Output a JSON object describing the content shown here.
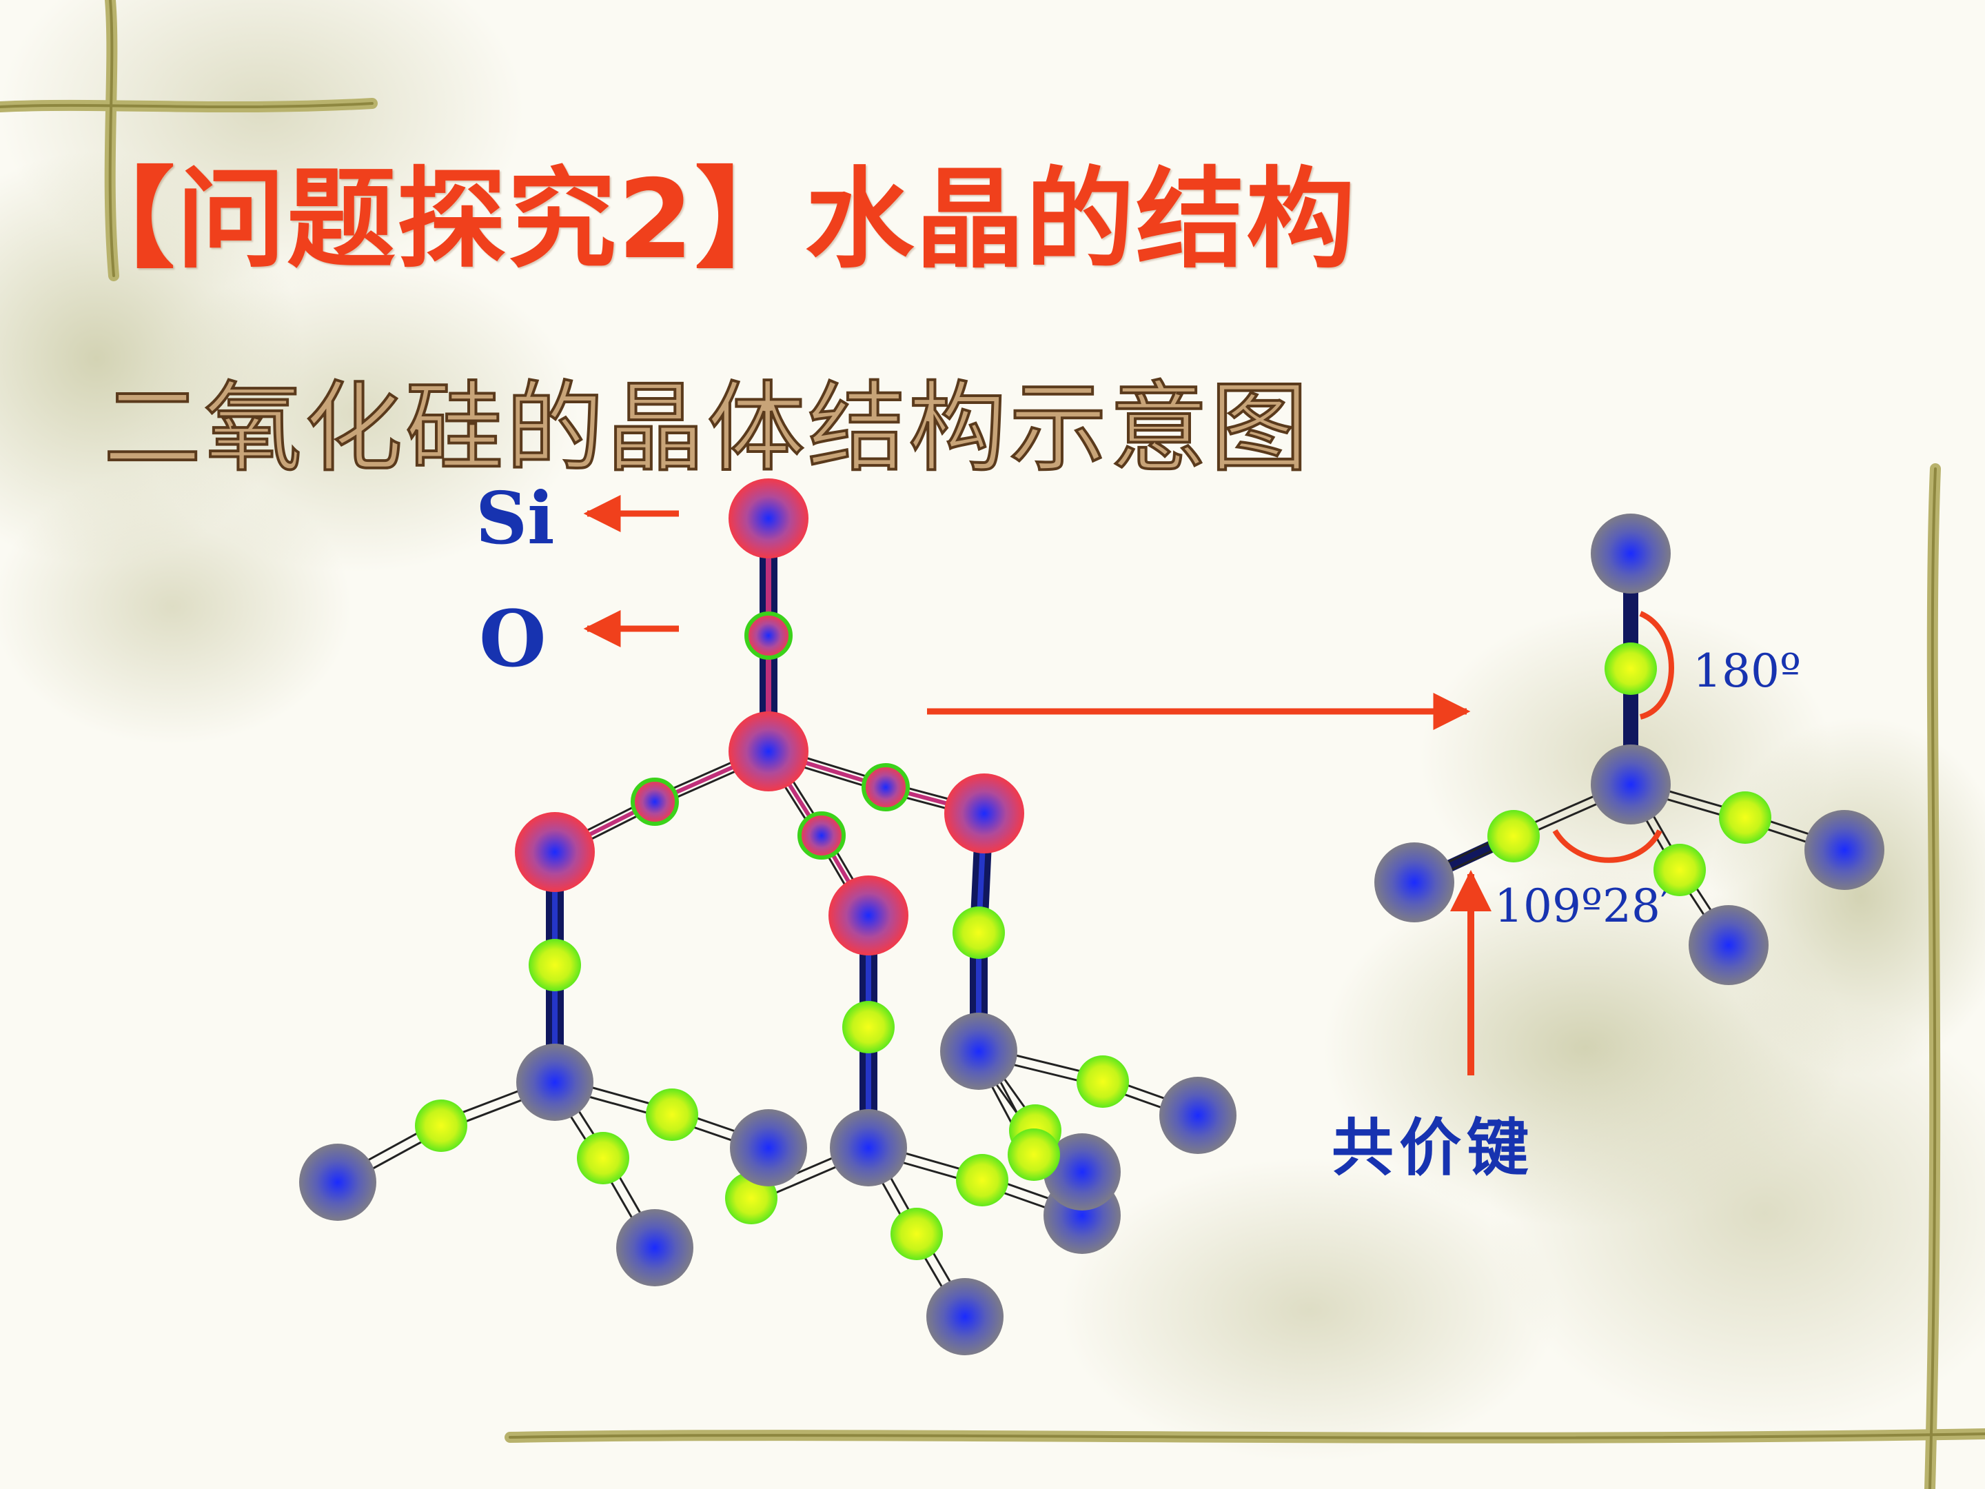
{
  "slide": {
    "title": "【问题探究2】水晶的结构",
    "subtitle": "二氧化硅的晶体结构示意图"
  },
  "legend": {
    "si_label": "Si",
    "o_label": "O"
  },
  "detail": {
    "angle_linear": "180º",
    "angle_tetrahedral": "109º28′",
    "bond_label": "共价键"
  },
  "colors": {
    "title": "#f0401c",
    "arrow": "#f0401c",
    "label_blue": "#1733b0",
    "highlight_atom": "#f23a4a",
    "si_atom": "#7d7c88",
    "o_atom": "#5fe81c"
  },
  "atoms": [
    {
      "id": "A",
      "kind": "si",
      "hl": true
    },
    {
      "id": "O1",
      "kind": "o",
      "hl": true
    },
    {
      "id": "B",
      "kind": "si",
      "hl": true
    },
    {
      "id": "O2",
      "kind": "o",
      "hl": true
    },
    {
      "id": "O3",
      "kind": "o",
      "hl": true
    },
    {
      "id": "O4",
      "kind": "o",
      "hl": true
    },
    {
      "id": "C",
      "kind": "si",
      "hl": true
    },
    {
      "id": "D",
      "kind": "si",
      "hl": true
    },
    {
      "id": "E",
      "kind": "si",
      "hl": true
    },
    {
      "id": "O5",
      "kind": "o",
      "hl": false
    },
    {
      "id": "O6",
      "kind": "o",
      "hl": false
    },
    {
      "id": "O7",
      "kind": "o",
      "hl": false
    },
    {
      "id": "F",
      "kind": "si",
      "hl": false
    },
    {
      "id": "G",
      "kind": "si",
      "hl": false
    },
    {
      "id": "H",
      "kind": "si",
      "hl": false
    },
    {
      "id": "J",
      "kind": "si",
      "hl": false
    },
    {
      "id": "K",
      "kind": "si",
      "hl": false
    },
    {
      "id": "L",
      "kind": "si",
      "hl": false
    },
    {
      "id": "M",
      "kind": "si",
      "hl": false
    },
    {
      "id": "N",
      "kind": "si",
      "hl": false
    },
    {
      "id": "P",
      "kind": "si",
      "hl": false
    },
    {
      "id": "O8",
      "kind": "o",
      "hl": false
    },
    {
      "id": "O9",
      "kind": "o",
      "hl": false
    },
    {
      "id": "O10",
      "kind": "o",
      "hl": false
    },
    {
      "id": "O11",
      "kind": "o",
      "hl": false
    },
    {
      "id": "O12",
      "kind": "o",
      "hl": false
    },
    {
      "id": "O13",
      "kind": "o",
      "hl": false
    },
    {
      "id": "O14",
      "kind": "o",
      "hl": false
    },
    {
      "id": "O15",
      "kind": "o",
      "hl": false
    },
    {
      "id": "O16",
      "kind": "o",
      "hl": false
    }
  ],
  "bonds": [
    [
      "A",
      "O1",
      "hl"
    ],
    [
      "O1",
      "B",
      "hl"
    ],
    [
      "B",
      "O2",
      "hl"
    ],
    [
      "O2",
      "C",
      "hl"
    ],
    [
      "B",
      "O3",
      "hl"
    ],
    [
      "O3",
      "D",
      "hl"
    ],
    [
      "B",
      "O4",
      "hl"
    ],
    [
      "O4",
      "E",
      "hl"
    ],
    [
      "C",
      "O5",
      ""
    ],
    [
      "O5",
      "F",
      ""
    ],
    [
      "D",
      "O6",
      ""
    ],
    [
      "O6",
      "J",
      ""
    ],
    [
      "E",
      "O7",
      ""
    ],
    [
      "O7",
      "K",
      ""
    ],
    [
      "F",
      "O8",
      ""
    ],
    [
      "O8",
      "G",
      ""
    ],
    [
      "F",
      "O9",
      ""
    ],
    [
      "O9",
      "H",
      ""
    ],
    [
      "F",
      "O10",
      ""
    ],
    [
      "O10",
      "I",
      ""
    ],
    [
      "I",
      "O11",
      ""
    ],
    [
      "O11",
      "J",
      ""
    ],
    [
      "J",
      "O12",
      ""
    ],
    [
      "O12",
      "M",
      ""
    ],
    [
      "J",
      "O13",
      ""
    ],
    [
      "O13",
      "N",
      ""
    ],
    [
      "K",
      "O14",
      ""
    ],
    [
      "O14",
      "L",
      ""
    ],
    [
      "K",
      "O15",
      ""
    ],
    [
      "O15",
      "P",
      ""
    ],
    [
      "K",
      "O16",
      ""
    ],
    [
      "O16",
      "N",
      ""
    ]
  ],
  "extra_atoms": [
    {
      "id": "I",
      "kind": "si",
      "hl": false
    }
  ],
  "detail_atoms": [
    {
      "id": "T",
      "kind": "si"
    },
    {
      "id": "Ou",
      "kind": "o"
    },
    {
      "id": "S",
      "kind": "si"
    },
    {
      "id": "Ol",
      "kind": "o"
    },
    {
      "id": "Or",
      "kind": "o"
    },
    {
      "id": "Ob",
      "kind": "o"
    },
    {
      "id": "BL",
      "kind": "si"
    },
    {
      "id": "BR",
      "kind": "si"
    },
    {
      "id": "BB",
      "kind": "si"
    }
  ]
}
